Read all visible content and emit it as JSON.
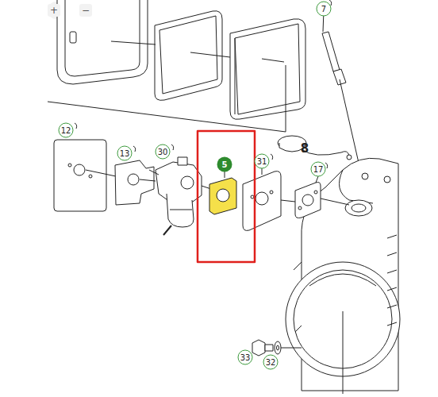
{
  "diagram": {
    "labels": [
      "+",
      "−",
      "7",
      "12",
      "13",
      "30",
      "5",
      "8",
      "31",
      "17",
      "33",
      "32"
    ]
  }
}
